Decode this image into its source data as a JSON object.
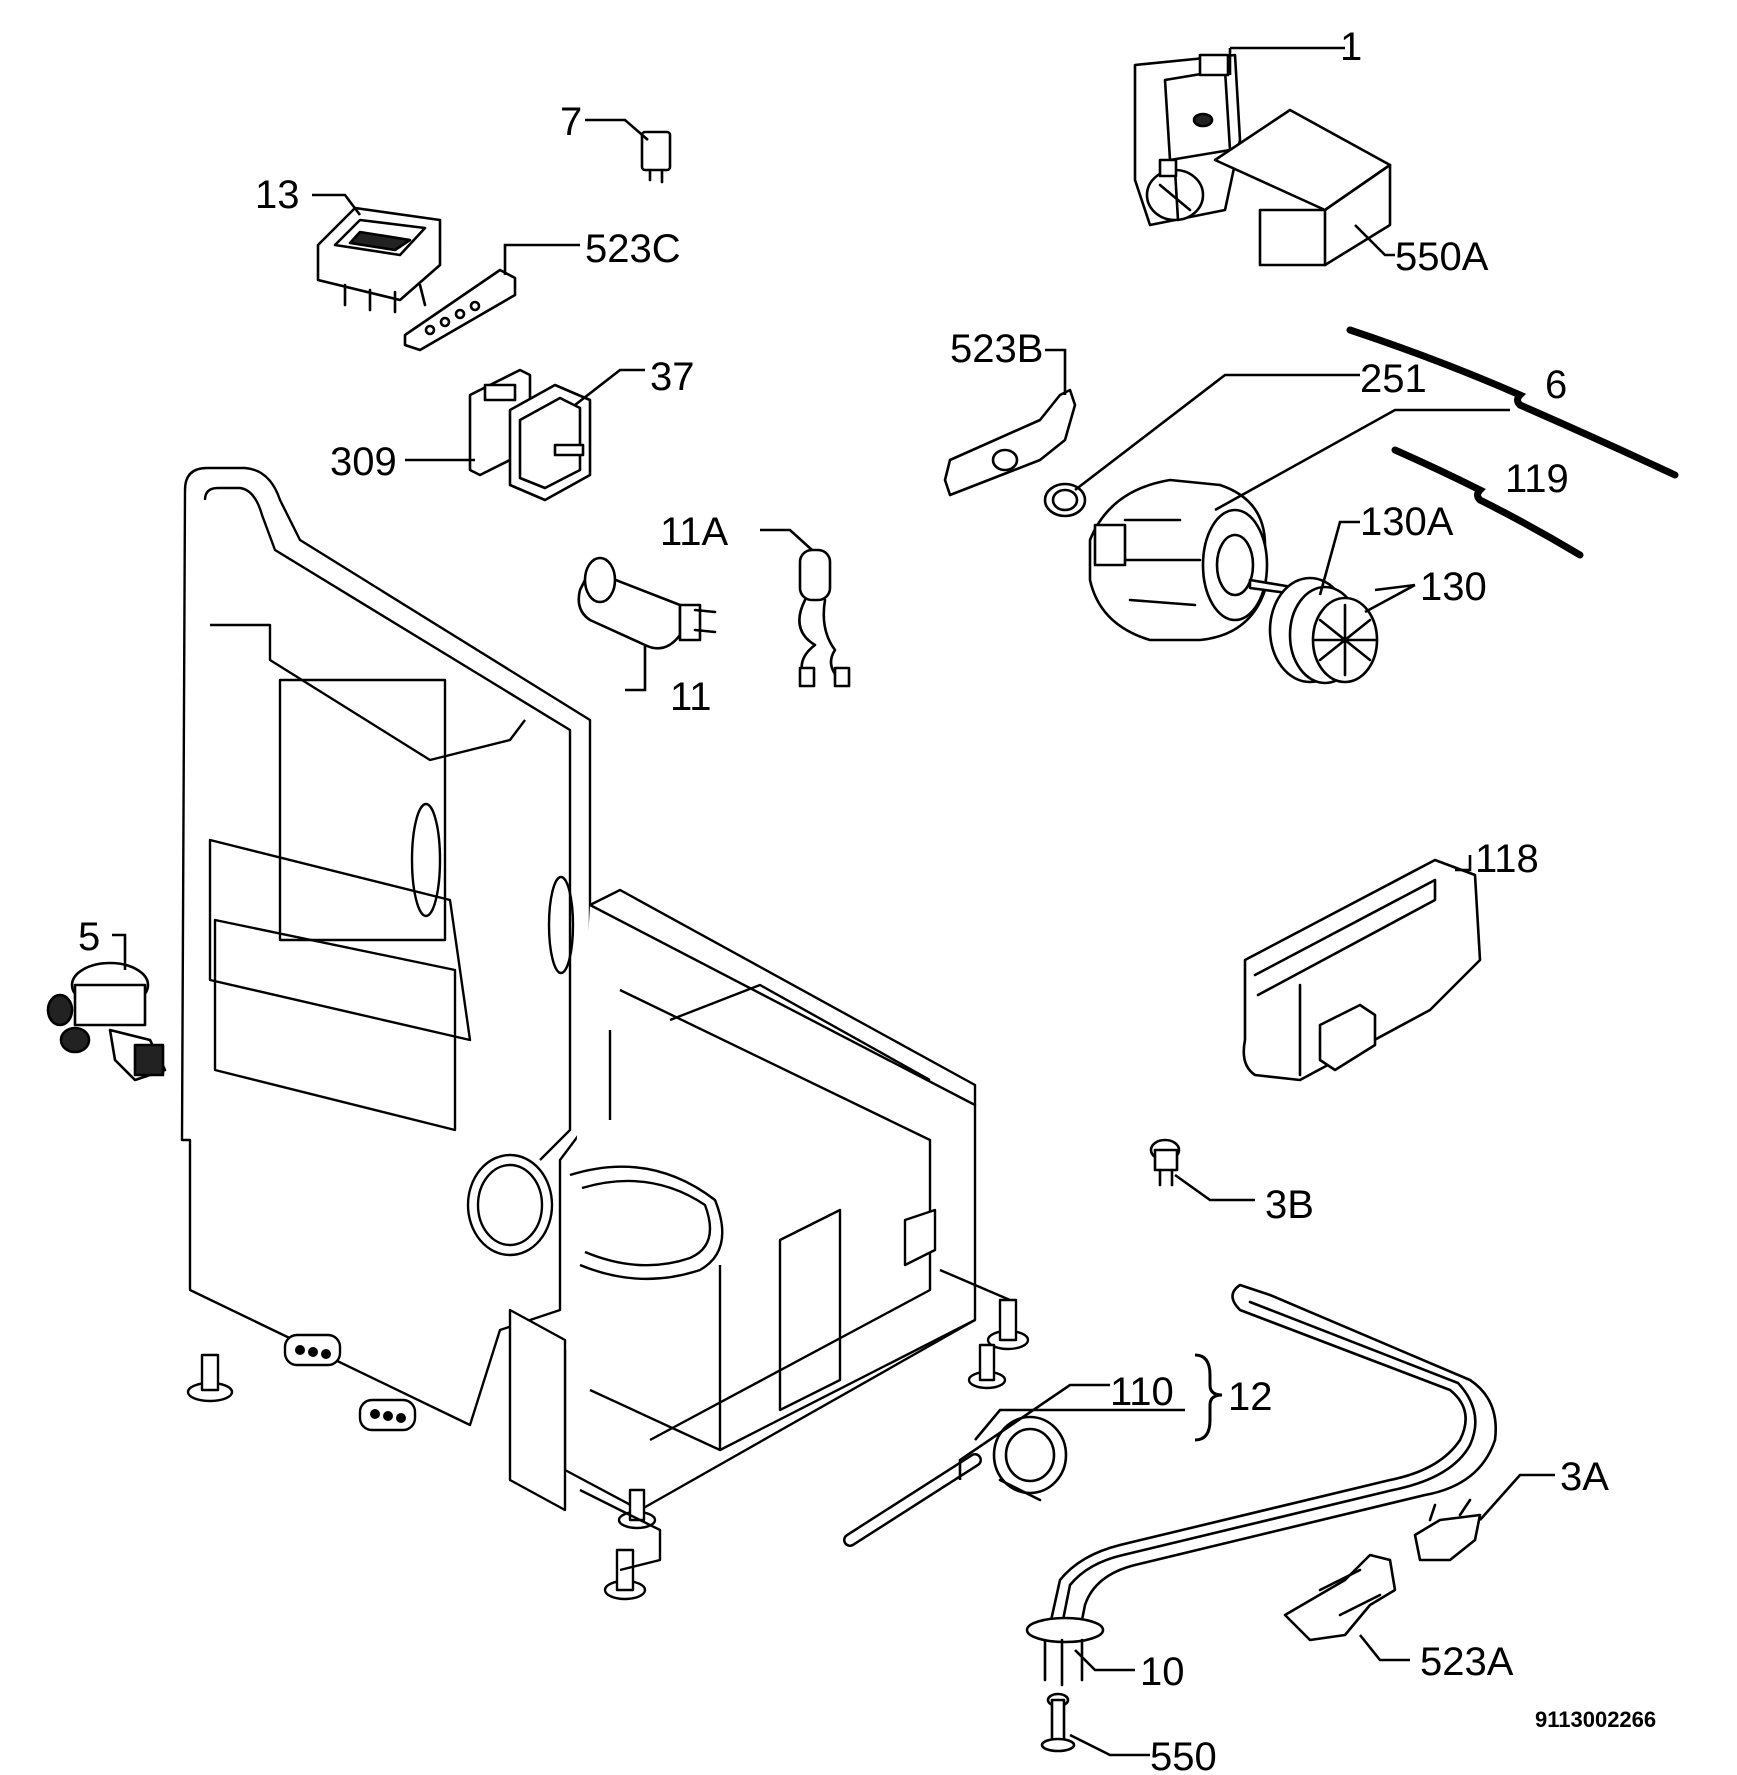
{
  "diagram": {
    "labels": {
      "p1": "1",
      "p550A": "550A",
      "p7": "7",
      "p13": "13",
      "p523C": "523C",
      "p37": "37",
      "p309": "309",
      "p523B": "523B",
      "p251": "251",
      "p6": "6",
      "p119": "119",
      "p130A": "130A",
      "p130": "130",
      "p11A": "11A",
      "p11": "11",
      "p118": "118",
      "p5": "5",
      "p3B": "3B",
      "p110": "110",
      "p12": "12",
      "p3A": "3A",
      "p523A": "523A",
      "p10": "10",
      "p550": "550"
    },
    "drawing_code": "9113002266"
  }
}
